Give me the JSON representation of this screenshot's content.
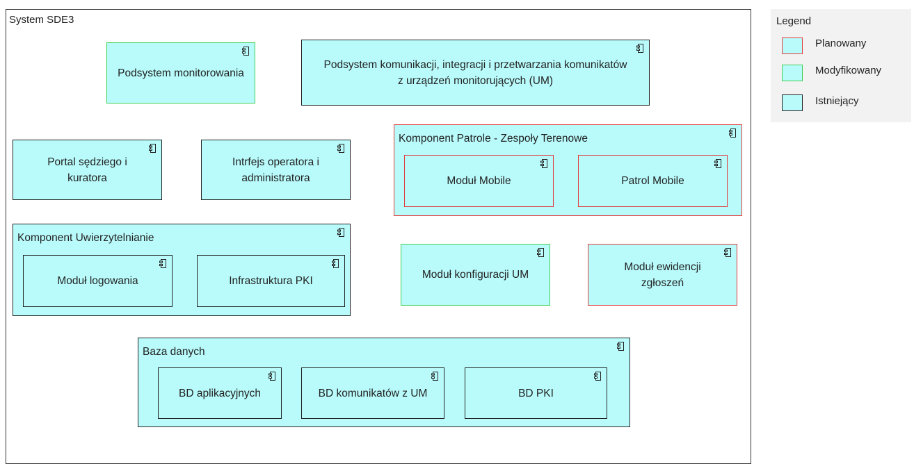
{
  "system": {
    "title": "System SDE3"
  },
  "components": {
    "podsystem_monitorowania": "Podsystem monitorowania",
    "podsystem_komunikacji": "Podsystem komunikacji, integracji i przetwarzania komunikatów z urządzeń monitorujących (UM)",
    "portal_sedziego": "Portal sędziego i kuratora",
    "interfejs_operatora": "Intrfejs operatora i administratora",
    "patrole": {
      "title": "Komponent Patrole - Zespoły Terenowe",
      "modul_mobile": "Moduł Mobile",
      "patrol_mobile": "Patrol Mobile"
    },
    "uwierzytelnianie": {
      "title": "Komponent Uwierzytelnianie",
      "modul_logowania": "Moduł logowania",
      "infrastruktura_pki": "Infrastruktura PKI"
    },
    "modul_konfiguracji": "Moduł konfiguracji UM",
    "modul_ewidencji": "Moduł ewidencji zgłoszeń",
    "baza_danych": {
      "title": "Baza danych",
      "bd_aplikacyjnych": "BD aplikacyjnych",
      "bd_komunikatow": "BD komunikatów z UM",
      "bd_pki": "BD PKI"
    }
  },
  "legend": {
    "title": "Legend",
    "items": [
      {
        "label": "Planowany",
        "border": "#e23b3b"
      },
      {
        "label": "Modyfikowany",
        "border": "#3fcf52"
      },
      {
        "label": "Istniejący",
        "border": "#222222"
      }
    ]
  },
  "colors": {
    "fill": "#b9fbfb",
    "planned": "#e23b3b",
    "modified": "#3fcf52",
    "existing": "#222222"
  },
  "icons": {
    "component": "component-icon"
  }
}
